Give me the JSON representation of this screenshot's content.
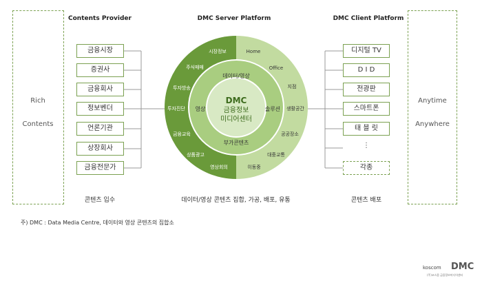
{
  "titles": {
    "left": "Contents Provider",
    "center": "DMC Server Platform",
    "right": "DMC Client Platform"
  },
  "left_panel": {
    "line1": "Rich",
    "line2": "Contents"
  },
  "right_panel": {
    "line1": "Anytime",
    "line2": "Anywhere"
  },
  "providers": [
    "금융시장",
    "증권사",
    "금융회사",
    "정보벤더",
    "언론기관",
    "상장회사",
    "금융전문가"
  ],
  "clients": [
    "디지털 TV",
    "D I D",
    "전광판",
    "스마트폰",
    "태 블 릿",
    "⋮",
    "각종"
  ],
  "center": {
    "core_line1": "DMC",
    "core_line2": "금융정보",
    "core_line3": "미디어센터",
    "mid_top": "데이터/영상",
    "mid_left": "영상",
    "mid_right": "솔루션",
    "mid_bottom": "부가콘텐츠",
    "outer_left": [
      "시장정보",
      "주식매매",
      "투자방송",
      "투자진단",
      "금융교육",
      "상품광고",
      "영상회의"
    ],
    "outer_right": [
      "Home",
      "Office",
      "지점",
      "생활공간",
      "공공장소",
      "대중교통",
      "이동중"
    ]
  },
  "captions": {
    "left": "콘텐츠 입수",
    "center": "데이터/영상 콘텐츠 집합, 가공, 배포, 유통",
    "right": "콘텐츠 배포"
  },
  "footnote": "주) DMC : Data Media Centre, 데이터와 영상 콘텐츠의 집합소",
  "logo": {
    "brand": "koscom",
    "mark": "DMC",
    "sub": "(주)코스콤 금융정보미디어센터"
  },
  "colors": {
    "dark_green": "#6a9a3a",
    "light_green": "#c2dba0",
    "mid_green": "#a9cd80",
    "border": "#7aa050"
  }
}
